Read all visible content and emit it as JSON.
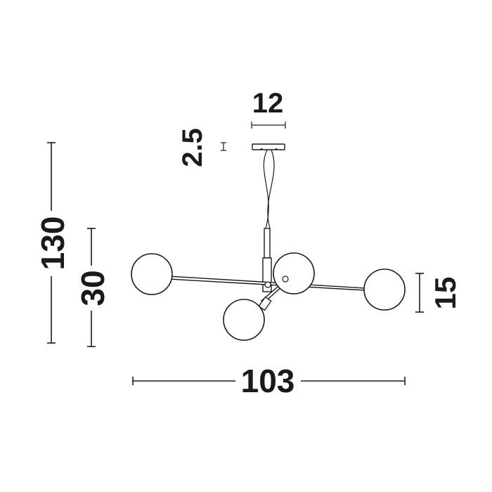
{
  "dimensions": {
    "canopy_width": "12",
    "canopy_height": "2.5",
    "total_height": "130",
    "body_height": "30",
    "globe_diameter": "15",
    "total_width": "103"
  }
}
